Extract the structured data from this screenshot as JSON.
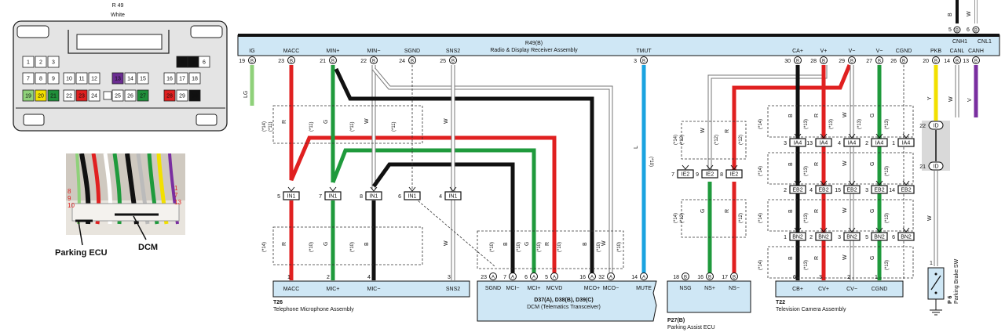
{
  "connector_view": {
    "title": "R 49",
    "color": "White",
    "pins": [
      {
        "label": "1",
        "fill": "#ffffff",
        "text": "#111111"
      },
      {
        "label": "2",
        "fill": "#ffffff",
        "text": "#111111"
      },
      {
        "label": "3",
        "fill": "#ffffff",
        "text": "#111111"
      },
      {
        "label": "4",
        "fill": "#111111",
        "text": "#ffffff"
      },
      {
        "label": "5",
        "fill": "#111111",
        "text": "#ffffff"
      },
      {
        "label": "6",
        "fill": "#ffffff",
        "text": "#111111"
      },
      {
        "label": "7",
        "fill": "#ffffff",
        "text": "#111111"
      },
      {
        "label": "8",
        "fill": "#ffffff",
        "text": "#111111"
      },
      {
        "label": "9",
        "fill": "#ffffff",
        "text": "#111111"
      },
      {
        "label": "10",
        "fill": "#ffffff",
        "text": "#111111"
      },
      {
        "label": "11",
        "fill": "#ffffff",
        "text": "#111111"
      },
      {
        "label": "12",
        "fill": "#ffffff",
        "text": "#111111"
      },
      {
        "label": "13",
        "fill": "#6a2c91",
        "text": "#ffffff"
      },
      {
        "label": "14",
        "fill": "#ffffff",
        "text": "#111111"
      },
      {
        "label": "15",
        "fill": "#ffffff",
        "text": "#111111"
      },
      {
        "label": "16",
        "fill": "#ffffff",
        "text": "#111111"
      },
      {
        "label": "17",
        "fill": "#ffffff",
        "text": "#111111"
      },
      {
        "label": "18",
        "fill": "#ffffff",
        "text": "#111111"
      },
      {
        "label": "19",
        "fill": "#8fd17a",
        "text": "#111111"
      },
      {
        "label": "20",
        "fill": "#f2e000",
        "text": "#111111"
      },
      {
        "label": "21",
        "fill": "#1f8f3a",
        "text": "#ffffff"
      },
      {
        "label": "22",
        "fill": "#ffffff",
        "text": "#111111"
      },
      {
        "label": "23",
        "fill": "#e02020",
        "text": "#ffffff"
      },
      {
        "label": "24",
        "fill": "#ffffff",
        "text": "#111111"
      },
      {
        "label": "25",
        "fill": "#ffffff",
        "text": "#111111"
      },
      {
        "label": "26",
        "fill": "#ffffff",
        "text": "#111111"
      },
      {
        "label": "27",
        "fill": "#1f8f3a",
        "text": "#ffffff"
      },
      {
        "label": "28",
        "fill": "#e02020",
        "text": "#ffffff"
      },
      {
        "label": "29",
        "fill": "#ffffff",
        "text": "#111111"
      },
      {
        "label": "30",
        "fill": "#111111",
        "text": "#ffffff"
      }
    ]
  },
  "photo": {
    "label_parking": "Parking ECU",
    "label_dcm": "DCM",
    "red_left": [
      "8",
      "9",
      "10"
    ],
    "red_right": [
      "1",
      "7",
      "13"
    ]
  },
  "radio": {
    "name": "R49(B)",
    "title": "Radio & Display Receiver Assembly",
    "pins": [
      {
        "sig": "IG",
        "num": "19",
        "conn": "B",
        "wire": "LG",
        "color": "#8fd17a"
      },
      {
        "sig": "MACC",
        "num": "23",
        "conn": "B",
        "wire": "R",
        "color": "#e02020"
      },
      {
        "sig": "MIN+",
        "num": "21",
        "conn": "B",
        "wire": "G",
        "color": "#1f9a3c"
      },
      {
        "sig": "MIN−",
        "num": "22",
        "conn": "B",
        "wire": "W",
        "color": "#cccccc"
      },
      {
        "sig": "SGND",
        "num": "24",
        "conn": "B",
        "wire": "",
        "color": "#111111"
      },
      {
        "sig": "SNS2",
        "num": "25",
        "conn": "B",
        "wire": "W",
        "color": "#cccccc"
      },
      {
        "sig": "TMUT",
        "num": "3",
        "conn": "B",
        "wire": "L",
        "color": "#1aa3e0"
      },
      {
        "sig": "CA+",
        "num": "30",
        "conn": "B",
        "wire": "B",
        "color": "#111111"
      },
      {
        "sig": "V+",
        "num": "28",
        "conn": "B",
        "wire": "R",
        "color": "#e02020"
      },
      {
        "sig": "V−",
        "num": "29",
        "conn": "B",
        "wire": "W",
        "color": "#cccccc"
      },
      {
        "sig": "V−",
        "num": "27",
        "conn": "B",
        "wire": "G",
        "color": "#1f9a3c"
      },
      {
        "sig": "CGND",
        "num": "26",
        "conn": "B",
        "wire": "",
        "color": "#111111"
      },
      {
        "sig": "PKB",
        "num": "20",
        "conn": "B",
        "wire": "Y",
        "color": "#f2e000"
      },
      {
        "sig": "CANL",
        "num": "14",
        "conn": "B",
        "wire": "W",
        "color": "#cccccc"
      },
      {
        "sig": "CANH",
        "num": "13",
        "conn": "B",
        "wire": "V",
        "color": "#7a2fa0"
      }
    ]
  },
  "can": {
    "left_label": "CNH1",
    "right_label": "CNL1",
    "left_pin": "5",
    "right_pin": "6",
    "conn": "B",
    "left_wire": "B",
    "right_wire": "W"
  },
  "junctions": [
    {
      "id": "IN1",
      "pins": [
        "5",
        "7",
        "8",
        "6",
        "4"
      ]
    },
    {
      "id": "IE2",
      "pins": [
        "7",
        "9",
        "8"
      ]
    },
    {
      "id": "IA4",
      "pins": [
        "3",
        "13",
        "4",
        "2",
        "1"
      ]
    },
    {
      "id": "EB2",
      "pins": [
        "2",
        "4",
        "15",
        "3",
        "14"
      ]
    },
    {
      "id": "BN2",
      "pins": [
        "1",
        "2",
        "3",
        "5",
        "6"
      ]
    },
    {
      "id": "ID",
      "pins": [
        "22",
        "21"
      ]
    }
  ],
  "notes": {
    "n10": "(*10)",
    "n11": "(*11)",
    "n12": "(*12)",
    "n13": "(*13)",
    "n14": "(*14)"
  },
  "t26": {
    "id": "T26",
    "title": "Telephone Microphone Assembly",
    "pins": [
      {
        "num": "1",
        "sig": "MACC"
      },
      {
        "num": "2",
        "sig": "MIC+"
      },
      {
        "num": "4",
        "sig": "MIC−"
      },
      {
        "num": "3",
        "sig": "SNS2"
      }
    ]
  },
  "dcm": {
    "id": "D37(A), D38(B), D39(C)",
    "title": "DCM (Telematics Transceiver)",
    "pins": [
      {
        "num": "23",
        "conn": "A",
        "sig": "SGND"
      },
      {
        "num": "7",
        "conn": "A",
        "sig": "MCI−"
      },
      {
        "num": "6",
        "conn": "A",
        "sig": "MCI+"
      },
      {
        "num": "5",
        "conn": "A",
        "sig": "MCVD"
      },
      {
        "num": "16",
        "conn": "A",
        "sig": "MCO+"
      },
      {
        "num": "32",
        "conn": "A",
        "sig": "MCO−"
      },
      {
        "num": "14",
        "conn": "A",
        "sig": "MUTE"
      }
    ]
  },
  "p27": {
    "id": "P27(B)",
    "title": "Parking Assist ECU",
    "pins": [
      {
        "num": "18",
        "conn": "B",
        "sig": "NSG"
      },
      {
        "num": "16",
        "conn": "B",
        "sig": "NS+"
      },
      {
        "num": "17",
        "conn": "B",
        "sig": "NS−"
      }
    ]
  },
  "t22": {
    "id": "T22",
    "title": "Television Camera Assembly",
    "pins": [
      {
        "num": "6",
        "sig": "CB+"
      },
      {
        "num": "3",
        "sig": "CV+"
      },
      {
        "num": "2",
        "sig": "CV−"
      },
      {
        "num": "1",
        "sig": "CGND"
      }
    ]
  },
  "p6": {
    "id": "P 6",
    "title": "Parking Brake SW",
    "pin": "1"
  }
}
